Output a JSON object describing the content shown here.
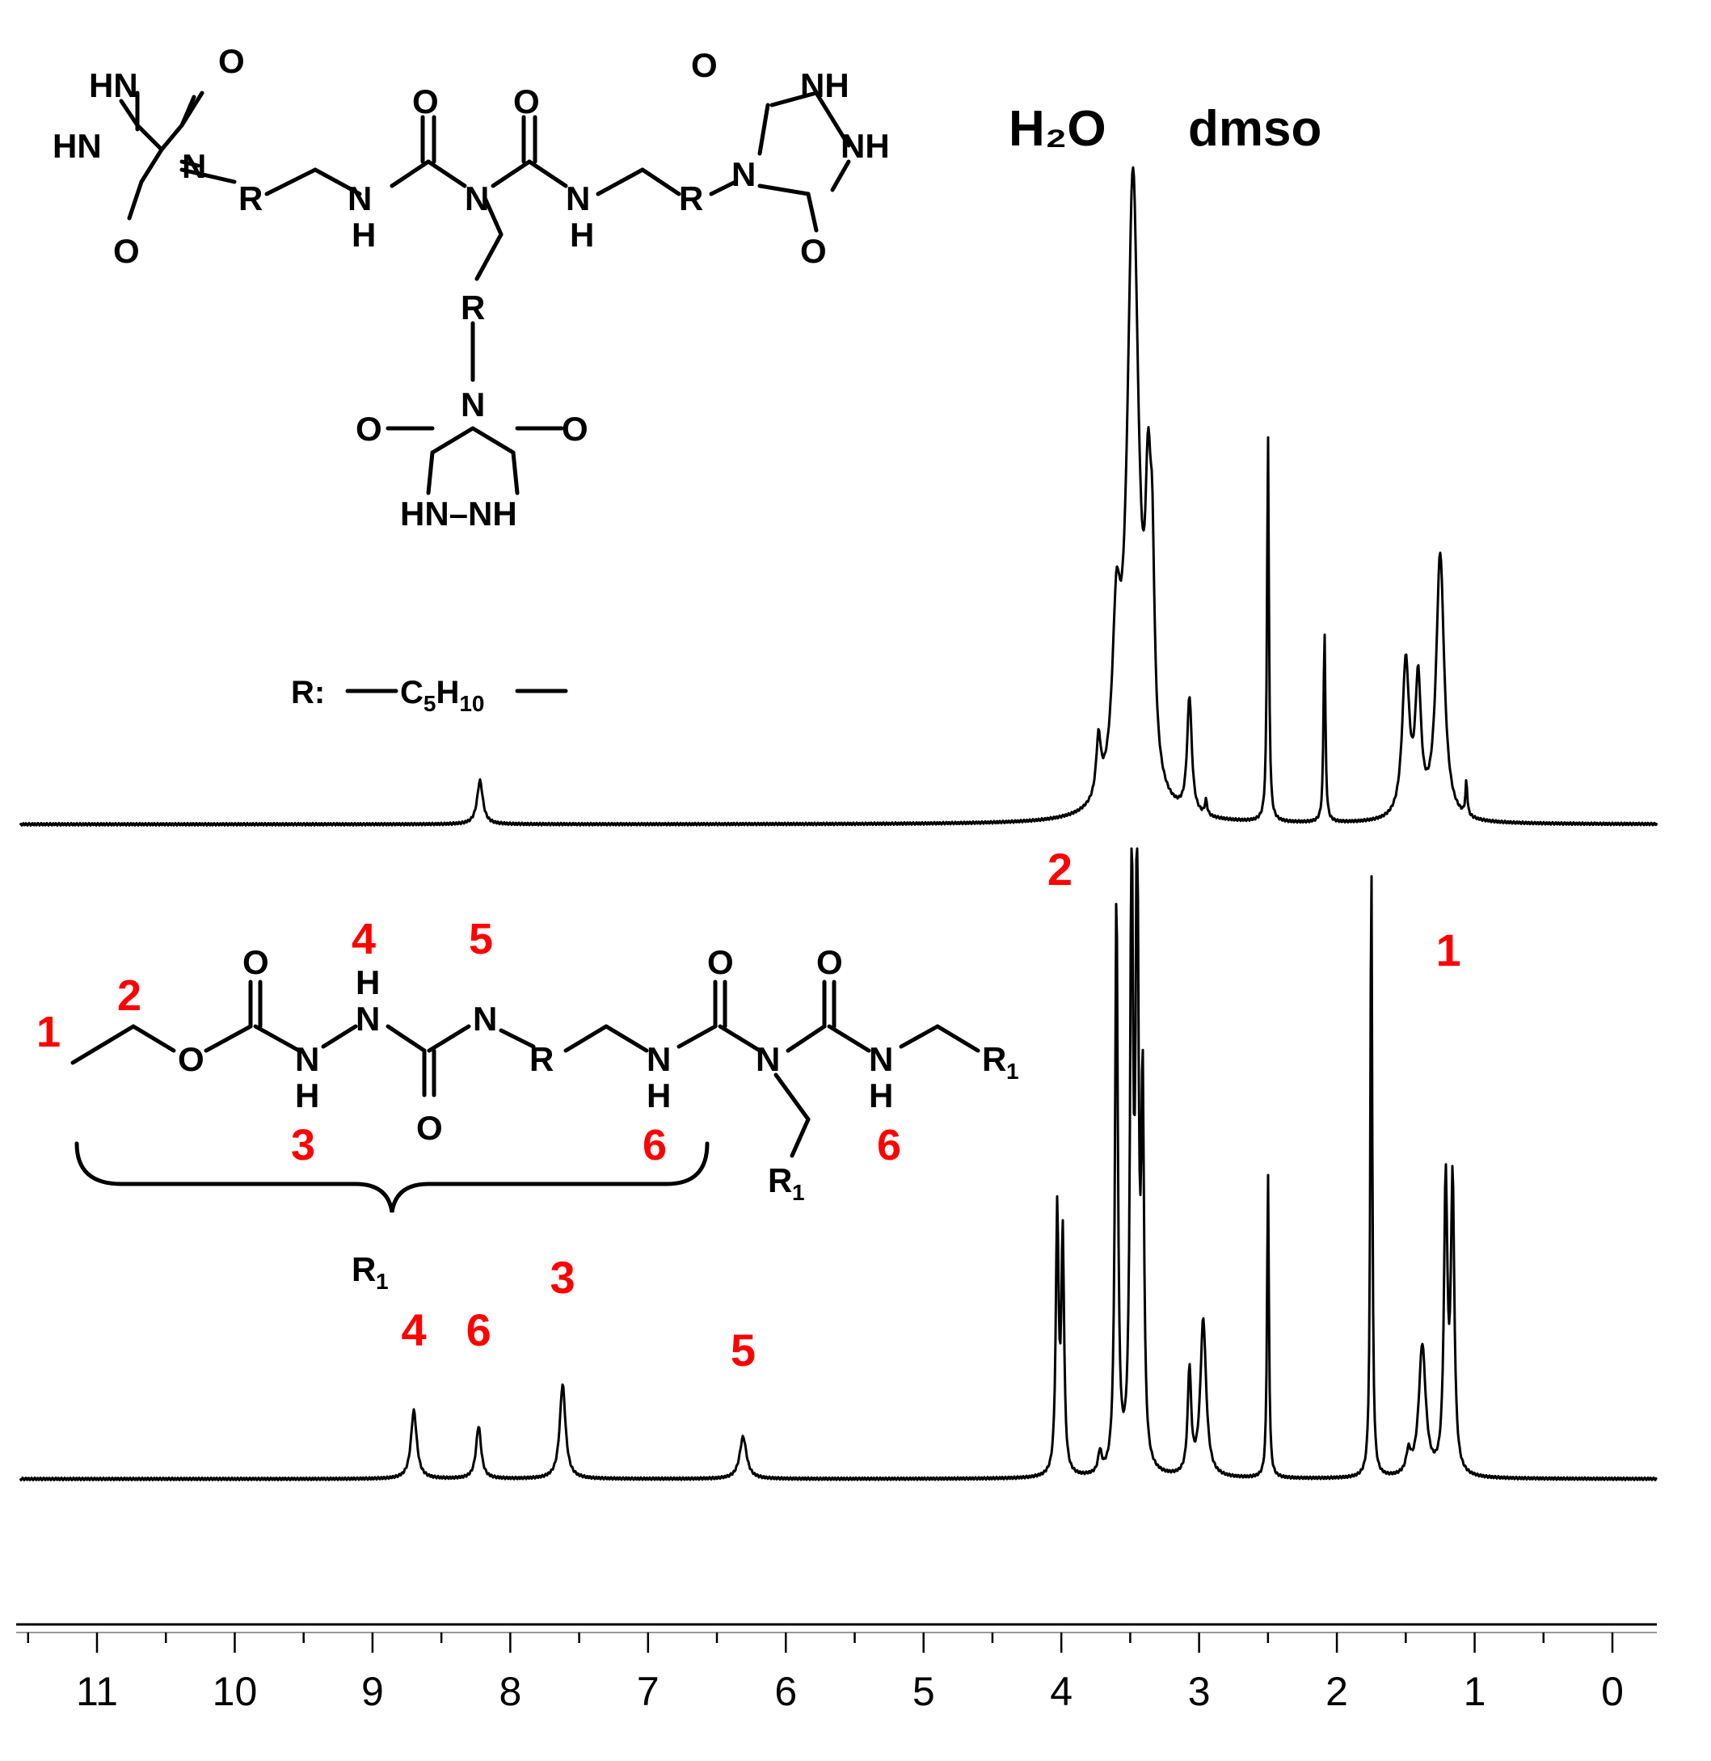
{
  "chart_data": {
    "type": "line",
    "xlabel": "",
    "xlim": [
      11.6,
      -0.3
    ],
    "x_reversed": true,
    "x_ticks": [
      11,
      10,
      9,
      8,
      7,
      6,
      5,
      4,
      3,
      2,
      1,
      0
    ],
    "grid": false,
    "series": [
      {
        "peaks": [
          {
            "x": 8.22,
            "h": 0.09,
            "w": 0.025
          },
          {
            "x": 3.73,
            "h": 0.12,
            "w": 0.02
          },
          {
            "x": 3.6,
            "h": 0.32,
            "w": 0.035
          },
          {
            "x": 3.48,
            "h": 1.3,
            "w": 0.05
          },
          {
            "x": 3.37,
            "h": 0.48,
            "w": 0.025
          },
          {
            "x": 3.34,
            "h": 0.35,
            "w": 0.02
          },
          {
            "x": 3.07,
            "h": 0.24,
            "w": 0.02
          },
          {
            "x": 2.95,
            "h": 0.03,
            "w": 0.01
          },
          {
            "x": 2.5,
            "h": 0.8,
            "w": 0.008
          },
          {
            "x": 2.09,
            "h": 0.4,
            "w": 0.008
          },
          {
            "x": 1.5,
            "h": 0.32,
            "w": 0.03
          },
          {
            "x": 1.41,
            "h": 0.27,
            "w": 0.025
          },
          {
            "x": 1.25,
            "h": 0.55,
            "w": 0.035
          },
          {
            "x": 1.06,
            "h": 0.07,
            "w": 0.008
          }
        ]
      },
      {
        "peaks": [
          {
            "x": 8.7,
            "h": 0.13,
            "w": 0.025
          },
          {
            "x": 8.23,
            "h": 0.1,
            "w": 0.022
          },
          {
            "x": 7.62,
            "h": 0.18,
            "w": 0.025
          },
          {
            "x": 6.31,
            "h": 0.08,
            "w": 0.03
          },
          {
            "x": 4.03,
            "h": 0.5,
            "w": 0.012
          },
          {
            "x": 3.99,
            "h": 0.45,
            "w": 0.012
          },
          {
            "x": 3.72,
            "h": 0.04,
            "w": 0.015
          },
          {
            "x": 3.6,
            "h": 1.1,
            "w": 0.012
          },
          {
            "x": 3.49,
            "h": 1.2,
            "w": 0.012
          },
          {
            "x": 3.45,
            "h": 1.2,
            "w": 0.012
          },
          {
            "x": 3.41,
            "h": 0.7,
            "w": 0.012
          },
          {
            "x": 3.07,
            "h": 0.2,
            "w": 0.015
          },
          {
            "x": 2.97,
            "h": 0.3,
            "w": 0.025
          },
          {
            "x": 2.5,
            "h": 0.58,
            "w": 0.008
          },
          {
            "x": 1.75,
            "h": 1.2,
            "w": 0.008
          },
          {
            "x": 1.48,
            "h": 0.04,
            "w": 0.02
          },
          {
            "x": 1.38,
            "h": 0.25,
            "w": 0.03
          },
          {
            "x": 1.21,
            "h": 0.55,
            "w": 0.015
          },
          {
            "x": 1.16,
            "h": 0.55,
            "w": 0.015
          }
        ]
      }
    ],
    "annotations": {
      "top": [
        "H₂O",
        "dmso"
      ],
      "bottom_peaks": [
        "4",
        "6",
        "3",
        "5",
        "2",
        "1"
      ]
    }
  },
  "structure_top": {
    "atoms": [
      "HN",
      "HN",
      "N",
      "O",
      "O",
      "R",
      "N",
      "H",
      "O",
      "N",
      "O",
      "N",
      "H",
      "R",
      "N",
      "NH",
      "NH",
      "O",
      "O",
      "R",
      "N",
      "O",
      "O",
      "HN–NH"
    ],
    "rlabel": "R:",
    "rformula": [
      "C",
      "5",
      "H",
      "10"
    ]
  },
  "structure_bottom": {
    "atoms": [
      "O",
      "O",
      "N",
      "H",
      "H",
      "N",
      "O",
      "N",
      "R",
      "N",
      "H",
      "O",
      "N",
      "O",
      "N",
      "H",
      "R",
      "1",
      "R",
      "1",
      "R",
      "1"
    ],
    "numbers": [
      "1",
      "2",
      "3",
      "4",
      "5",
      "6",
      "6"
    ]
  }
}
